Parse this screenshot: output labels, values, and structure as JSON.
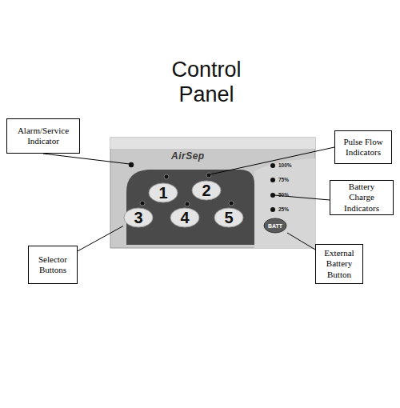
{
  "diagram": {
    "title": "Control Panel",
    "nodes": [
      {
        "text": [
          "Alarm/Service Indicator"
        ]
      },
      {
        "text": [
          "Pulse Flow Indicators"
        ]
      },
      {
        "text": [
          "AirSep"
        ]
      },
      {
        "text": [
          "1"
        ],
        "in": 2
      },
      {
        "text": [
          "2"
        ],
        "in": 2
      },
      {
        "text": [
          "3"
        ],
        "in": 2
      },
      {
        "text": [
          "4"
        ],
        "in": 2
      },
      {
        "text": [
          "5"
        ],
        "in": 2
      },
      {
        "text": [
          "BATT"
        ],
        "in": 2
      },
      {
        "text": [
          "Battery Charge Indicators"
        ]
      },
      {
        "text": [
          "Selector Buttons"
        ]
      },
      {
        "text": [
          "External Battery Button"
        ]
      }
    ],
    "edges": [
      {
        "from": 10,
        "to": 5,
        "arrow": "none"
      },
      {
        "from": 11,
        "to": 8,
        "arrow": "none"
      }
    ],
    "labels": [
      "100%",
      "75%",
      "50%",
      "25%"
    ]
  }
}
